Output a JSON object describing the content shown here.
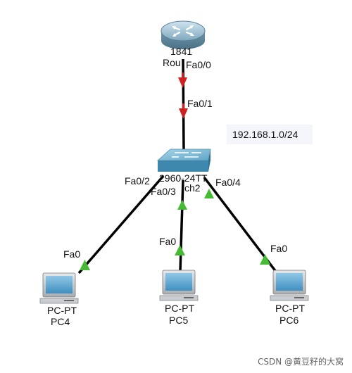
{
  "router": {
    "model": "1841",
    "name": "Rou"
  },
  "switch": {
    "model": "2960-24TT",
    "name": "ch2"
  },
  "pcs": [
    {
      "model": "PC-PT",
      "name": "PC4"
    },
    {
      "model": "PC-PT",
      "name": "PC5"
    },
    {
      "model": "PC-PT",
      "name": "PC6"
    }
  ],
  "ports": {
    "router_fa00": "Fa0/0",
    "switch_fa01": "Fa0/1",
    "switch_fa02": "Fa0/2",
    "switch_fa03": "Fa0/3",
    "switch_fa04": "Fa0/4",
    "pc4_fa0": "Fa0",
    "pc5_fa0": "Fa0",
    "pc6_fa0": "Fa0"
  },
  "network_note": "192.168.1.0/24",
  "link_status_colors": {
    "down": "#cc2222",
    "up": "#44bb33"
  },
  "watermark": "CSDN @黄豆籽的大窝"
}
